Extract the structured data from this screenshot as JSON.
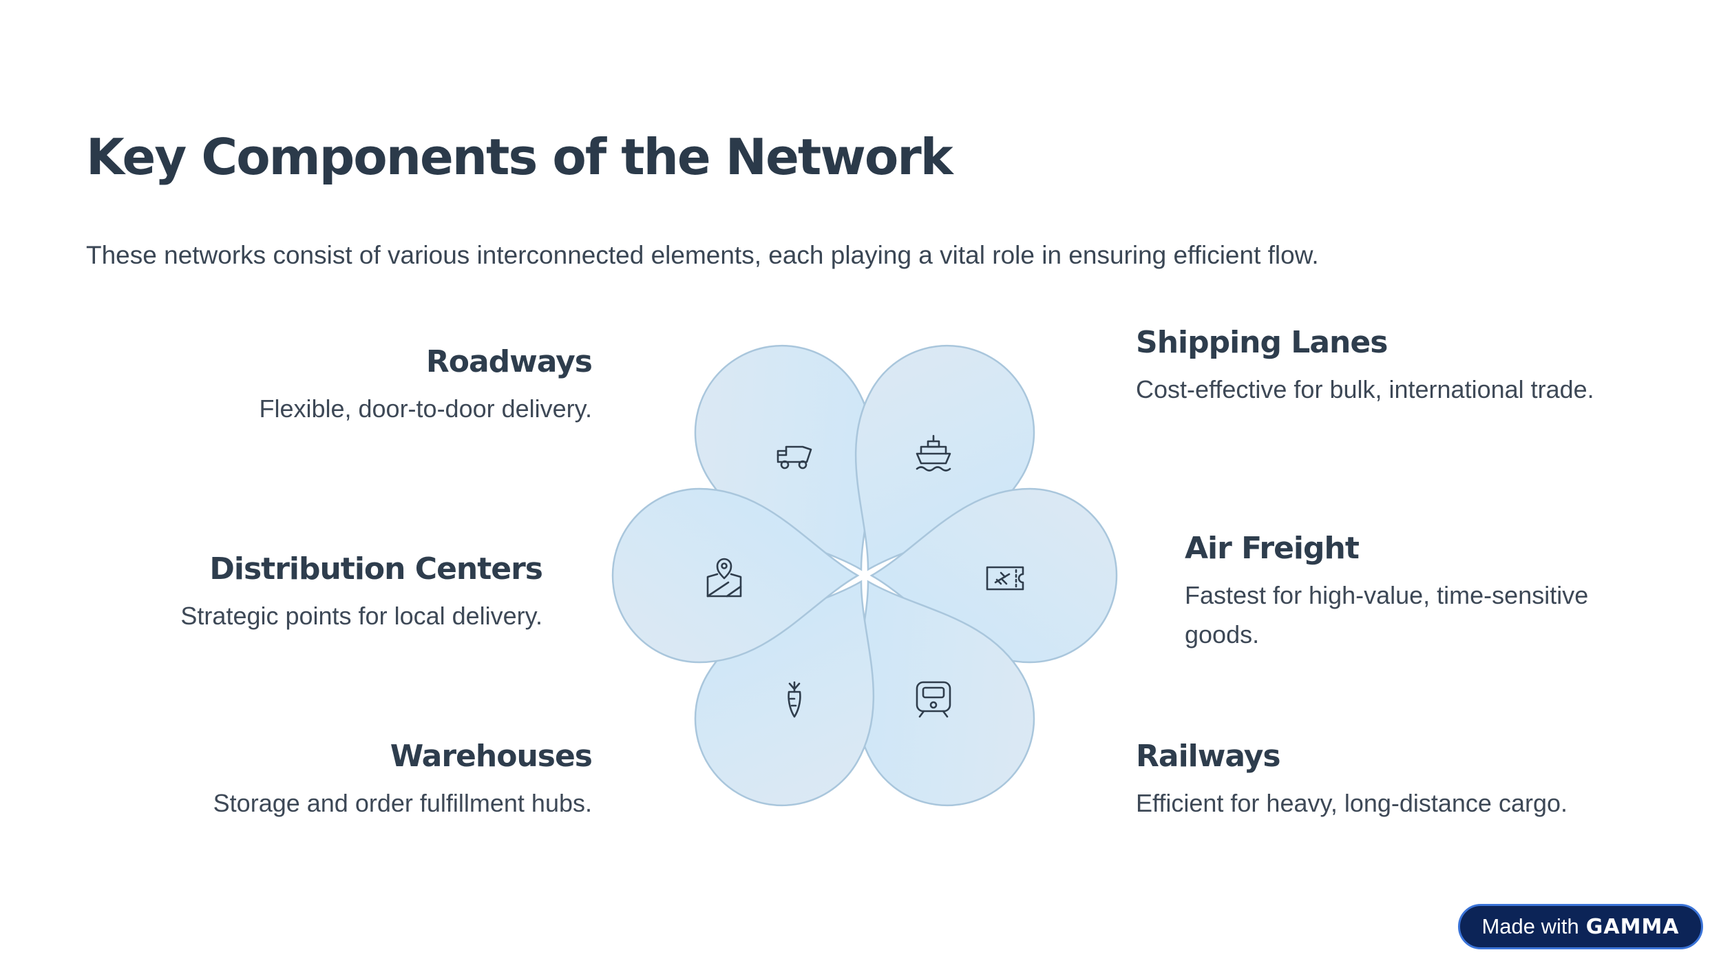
{
  "title": "Key Components of the Network",
  "subtitle": "These networks consist of various interconnected elements, each playing a vital role in ensuring efficient flow.",
  "components": [
    {
      "name": "Roadways",
      "desc": "Flexible, door-to-door delivery.",
      "icon": "truck-icon"
    },
    {
      "name": "Shipping Lanes",
      "desc": "Cost-effective for bulk, international trade.",
      "icon": "ship-icon"
    },
    {
      "name": "Distribution Centers",
      "desc": "Strategic points for local delivery.",
      "icon": "map-pin-icon"
    },
    {
      "name": "Air Freight",
      "desc": "Fastest for high-value, time-sensitive goods.",
      "icon": "plane-ticket-icon"
    },
    {
      "name": "Warehouses",
      "desc": "Storage and order fulfillment hubs.",
      "icon": "carrot-icon"
    },
    {
      "name": "Railways",
      "desc": "Efficient for heavy, long-distance cargo.",
      "icon": "train-icon"
    }
  ],
  "colors": {
    "petal_fill": "#d6e9f7",
    "petal_stroke": "#a9c6dc",
    "heading": "#2b3a4a",
    "badge_bg": "#0c2457"
  },
  "badge": {
    "prefix": "Made with",
    "brand": "GAMMA"
  }
}
